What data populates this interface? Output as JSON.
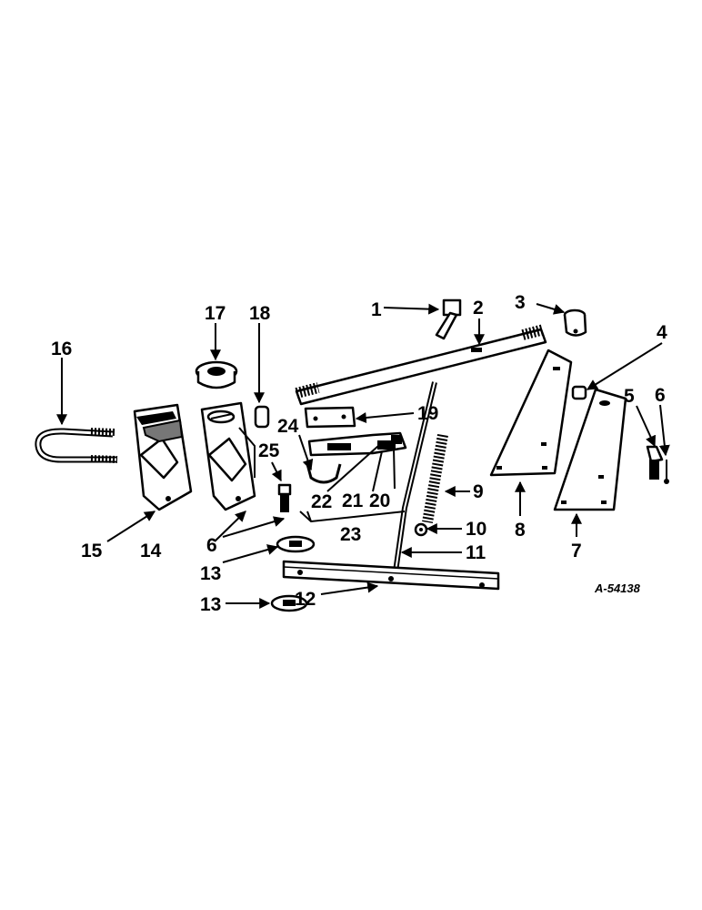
{
  "diagram": {
    "reference": "A-54138",
    "callouts": {
      "c1": "1",
      "c2": "2",
      "c3": "3",
      "c4": "4",
      "c5": "5",
      "c6a": "6",
      "c6b": "6",
      "c7": "7",
      "c8": "8",
      "c9": "9",
      "c10": "10",
      "c11": "11",
      "c12": "12",
      "c13a": "13",
      "c13b": "13",
      "c14": "14",
      "c15": "15",
      "c16": "16",
      "c17": "17",
      "c18": "18",
      "c19": "19",
      "c20": "20",
      "c21": "21",
      "c22": "22",
      "c23": "23",
      "c24": "24",
      "c25": "25"
    }
  }
}
